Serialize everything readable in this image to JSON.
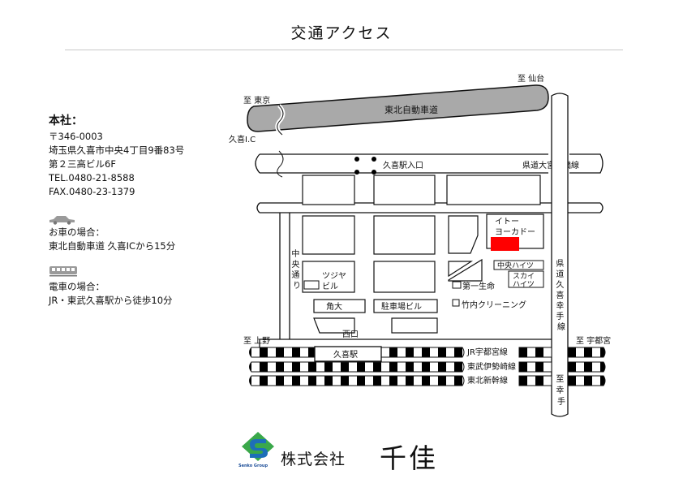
{
  "title": "交通アクセス",
  "company": {
    "heading": "本社：",
    "postal": "〒346-0003",
    "address1": "埼玉県久喜市中央4丁目9番83号",
    "address2": "第２三高ビル6F",
    "tel": "TEL.0480-21-8588",
    "fax": "FAX.0480-23-1379"
  },
  "access": {
    "car_heading": "お車の場合：",
    "car_text": "東北自動車道 久喜ICから15分",
    "train_heading": "電車の場合：",
    "train_text": "JR・東武久喜駅から徒歩10分"
  },
  "map": {
    "highway": "東北自動車道",
    "to_tokyo": "至 東京",
    "to_sendai": "至 仙台",
    "kuki_ic": "久喜I.C",
    "kuki_station_entrance": "久喜駅入口",
    "prefectural_road_kurihashi": "県道大宮栗橋線",
    "ito_yokado_1": "イトー",
    "ito_yokado_2": "ヨーカドー",
    "chuo_heights": "中央ハイツ",
    "sky_heights_1": "スカイ",
    "sky_heights_2": "ハイツ",
    "daiichi_seimei": "第一生命",
    "takeuchi_cleaning": "竹内クリーニング",
    "chuo_dori": [
      "中",
      "央",
      "通",
      "り"
    ],
    "tsujiya_1": "ツジヤ",
    "tsujiya_2": "ビル",
    "kakudai": "角大",
    "parking_building": "駐車場ビル",
    "west_exit": "西口",
    "to_ueno": "至 上野",
    "kuki_station": "久喜駅",
    "jr_utsunomiya": "JR宇都宮線",
    "tobu_isesaki": "東武伊勢崎線",
    "tohoku_shinkansen": "東北新幹線",
    "to_utsunomiya": "至 宇都宮",
    "road_kuki_satte": [
      "県",
      "道",
      "久",
      "喜",
      "幸",
      "手",
      "線"
    ],
    "to_satte": [
      "至",
      "幸",
      "手"
    ]
  },
  "footer": {
    "group_label": "Senko Group",
    "company_name": "株式会社",
    "brand": "千佳"
  },
  "colors": {
    "highway": "#a9a9a9",
    "target_building": "#ff0000",
    "logo_green": "#3aa84a",
    "logo_blue": "#1d6fb8"
  },
  "icons": [
    "car-icon",
    "train-icon",
    "senko-logo-icon"
  ]
}
